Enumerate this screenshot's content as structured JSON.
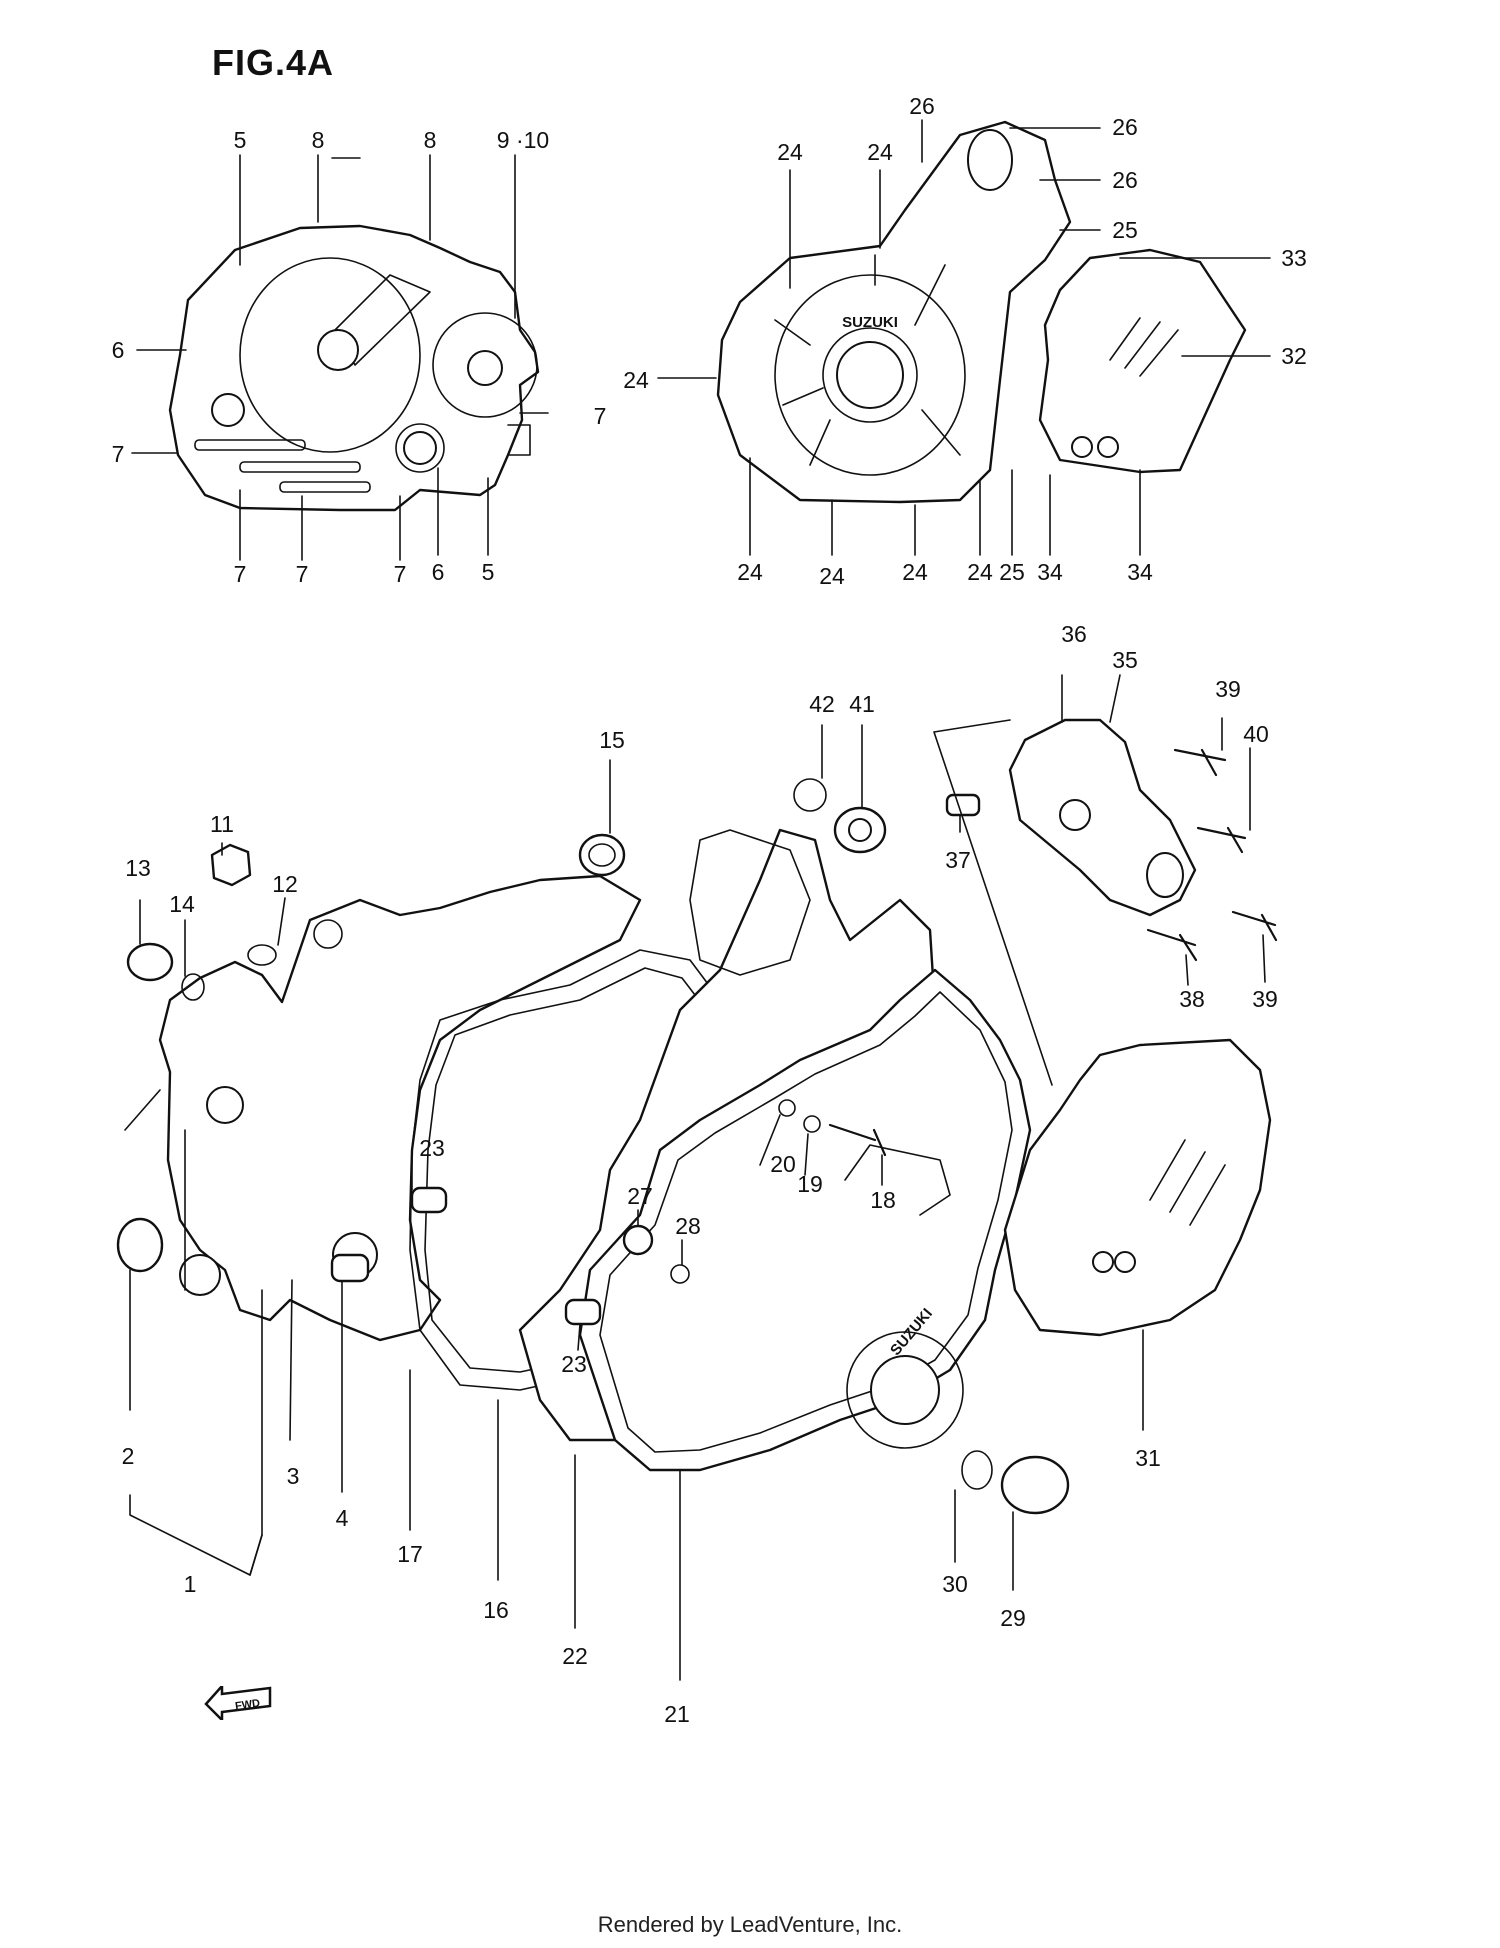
{
  "figure": {
    "title": "FIG.4A",
    "fwd_label": "FWD",
    "footer": "Rendered by LeadVenture, Inc."
  },
  "stamped_text": {
    "brand": "SUZUKI"
  },
  "callouts": [
    {
      "id": "c5a",
      "text": "5"
    },
    {
      "id": "c8a",
      "text": "8"
    },
    {
      "id": "c8b",
      "text": "8"
    },
    {
      "id": "c910",
      "text": "9 ·10"
    },
    {
      "id": "c6a",
      "text": "6"
    },
    {
      "id": "c7a",
      "text": "7"
    },
    {
      "id": "c7b",
      "text": "7"
    },
    {
      "id": "c7c",
      "text": "7"
    },
    {
      "id": "c7d",
      "text": "7"
    },
    {
      "id": "c7e",
      "text": "7"
    },
    {
      "id": "c6b",
      "text": "6"
    },
    {
      "id": "c5b",
      "text": "5"
    },
    {
      "id": "c24a",
      "text": "24"
    },
    {
      "id": "c24b",
      "text": "24"
    },
    {
      "id": "c24c",
      "text": "24"
    },
    {
      "id": "c24d",
      "text": "24"
    },
    {
      "id": "c24e",
      "text": "24"
    },
    {
      "id": "c24f",
      "text": "24"
    },
    {
      "id": "c24g",
      "text": "24"
    },
    {
      "id": "c26a",
      "text": "26"
    },
    {
      "id": "c26b",
      "text": "26"
    },
    {
      "id": "c26c",
      "text": "26"
    },
    {
      "id": "c25a",
      "text": "25"
    },
    {
      "id": "c25b",
      "text": "25"
    },
    {
      "id": "c33",
      "text": "33"
    },
    {
      "id": "c32",
      "text": "32"
    },
    {
      "id": "c34a",
      "text": "34"
    },
    {
      "id": "c34b",
      "text": "34"
    },
    {
      "id": "c36",
      "text": "36"
    },
    {
      "id": "c35",
      "text": "35"
    },
    {
      "id": "c39a",
      "text": "39"
    },
    {
      "id": "c40",
      "text": "40"
    },
    {
      "id": "c37",
      "text": "37"
    },
    {
      "id": "c38",
      "text": "38"
    },
    {
      "id": "c39b",
      "text": "39"
    },
    {
      "id": "c42",
      "text": "42"
    },
    {
      "id": "c41",
      "text": "41"
    },
    {
      "id": "c15",
      "text": "15"
    },
    {
      "id": "c11",
      "text": "11"
    },
    {
      "id": "c13",
      "text": "13"
    },
    {
      "id": "c14",
      "text": "14"
    },
    {
      "id": "c12",
      "text": "12"
    },
    {
      "id": "c23a",
      "text": "23"
    },
    {
      "id": "c23b",
      "text": "23"
    },
    {
      "id": "c20",
      "text": "20"
    },
    {
      "id": "c19",
      "text": "19"
    },
    {
      "id": "c18",
      "text": "18"
    },
    {
      "id": "c27",
      "text": "27"
    },
    {
      "id": "c28",
      "text": "28"
    },
    {
      "id": "c2",
      "text": "2"
    },
    {
      "id": "c3",
      "text": "3"
    },
    {
      "id": "c4",
      "text": "4"
    },
    {
      "id": "c1",
      "text": "1"
    },
    {
      "id": "c17",
      "text": "17"
    },
    {
      "id": "c16",
      "text": "16"
    },
    {
      "id": "c22",
      "text": "22"
    },
    {
      "id": "c21",
      "text": "21"
    },
    {
      "id": "c30",
      "text": "30"
    },
    {
      "id": "c29",
      "text": "29"
    },
    {
      "id": "c31",
      "text": "31"
    }
  ]
}
